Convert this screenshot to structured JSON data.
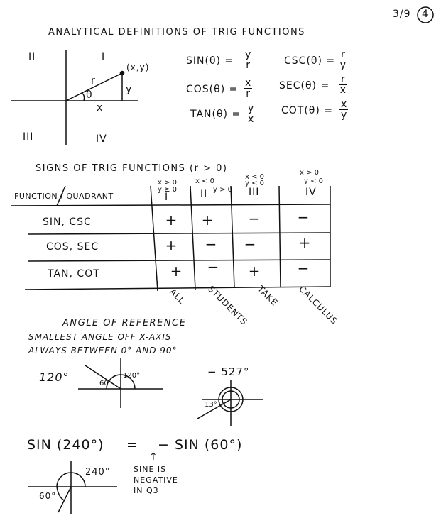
{
  "page_number": "3/9",
  "page_circle": "4",
  "title": "ANALYTICAL DEFINITIONS OF TRIG FUNCTIONS",
  "diagram1": {
    "quadrants": [
      "II",
      "I",
      "III",
      "IV"
    ],
    "point": "(x,y)",
    "r": "r",
    "theta": "θ",
    "x": "x",
    "y": "y"
  },
  "definitions": [
    {
      "lhs": "SIN(θ) =",
      "num": "y",
      "den": "r"
    },
    {
      "lhs": "CSC(θ) =",
      "num": "r",
      "den": "y"
    },
    {
      "lhs": "COS(θ) =",
      "num": "x",
      "den": "r"
    },
    {
      "lhs": "SEC(θ) =",
      "num": "r",
      "den": "x"
    },
    {
      "lhs": "TAN(θ) =",
      "num": "y",
      "den": "x"
    },
    {
      "lhs": "COT(θ) =",
      "num": "x",
      "den": "y"
    }
  ],
  "signs": {
    "title": "SIGNS OF TRIG FUNCTIONS (r > 0)",
    "corner_header": "FUNCTION / QUADRANT",
    "columns": [
      {
        "cond1": "x > 0",
        "cond2": "y ≥ 0",
        "label": "I"
      },
      {
        "cond1": "x < 0",
        "cond2": "y > 0",
        "label": "II"
      },
      {
        "cond1": "x < 0",
        "cond2": "y < 0",
        "label": "III"
      },
      {
        "cond1": "x > 0",
        "cond2": "y < 0",
        "label": "IV"
      }
    ],
    "rows": [
      {
        "label": "SIN, CSC",
        "values": [
          "+",
          "+",
          "−",
          "−"
        ]
      },
      {
        "label": "COS, SEC",
        "values": [
          "+",
          "−",
          "−",
          "+"
        ]
      },
      {
        "label": "TAN, COT",
        "values": [
          "+",
          "−",
          "+",
          "−"
        ]
      }
    ],
    "mnemonic": [
      "ALL",
      "STUDENTS",
      "TAKE",
      "CALCULUS"
    ]
  },
  "reference": {
    "title": "ANGLE OF REFERENCE",
    "line1": "SMALLEST ANGLE OFF X-AXIS",
    "line2": "ALWAYS BETWEEN 0° AND 90°",
    "ex1": {
      "angle": "120°",
      "ref": "60°",
      "inner": "120°"
    },
    "ex2": {
      "angle": "− 527°",
      "ref": "13°"
    }
  },
  "example": {
    "lhs": "SIN (240°)",
    "eq": "=",
    "rhs": "− SIN (60°)",
    "arrow": "↑",
    "note": [
      "SINE IS",
      "NEGATIVE",
      "IN Q3"
    ],
    "angle": "240°",
    "ref": "60°"
  }
}
